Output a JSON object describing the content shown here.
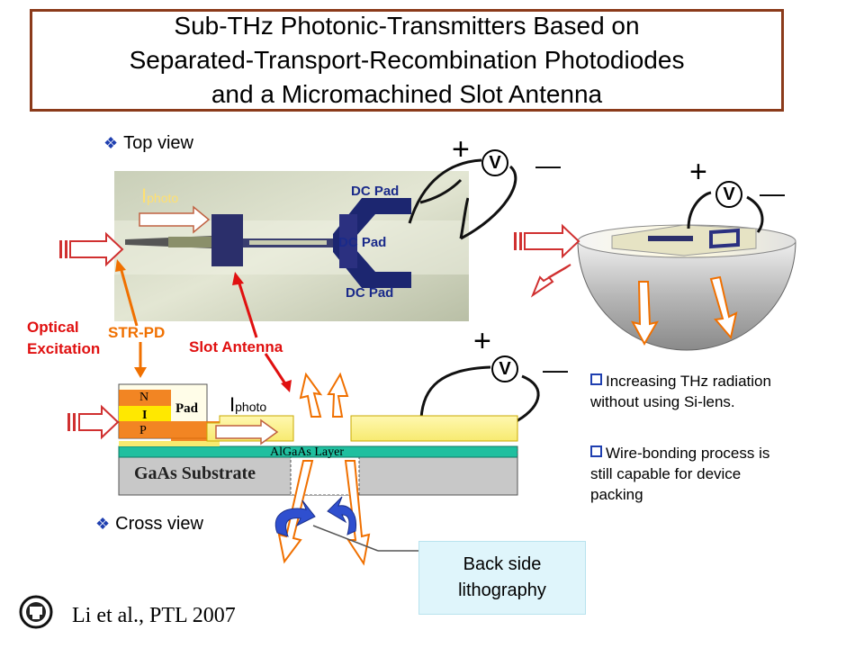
{
  "title": {
    "line1": "Sub-THz Photonic-Transmitters Based on",
    "line2": "Separated-Transport-Recombination Photodiodes",
    "line3": "and a Micromachined Slot Antenna"
  },
  "top_view": {
    "label": "Top view",
    "iphoto_main": "I",
    "iphoto_sub": "photo",
    "dc_pad_1": "DC Pad",
    "dc_pad_2": "DC Pad",
    "dc_pad_3": "DC Pad"
  },
  "labels": {
    "optical_excitation_1": "Optical",
    "optical_excitation_2": "Excitation",
    "str_pd": "STR-PD",
    "slot_antenna": "Slot Antenna"
  },
  "voltmeter": {
    "plus": "+",
    "minus": "—",
    "v": "V"
  },
  "cross_view": {
    "label": "Cross view",
    "n": "N",
    "i": "I",
    "p": "P",
    "pad": "Pad",
    "iphoto_main": "I",
    "iphoto_sub": "photo",
    "algaas": "AlGaAs Layer",
    "gaas": "GaAs Substrate"
  },
  "notes": {
    "note1_line1": "Increasing THz radiation",
    "note1_line2": "without using Si-lens.",
    "note2_line1": "Wire-bonding process is",
    "note2_line2": "still capable for device",
    "note2_line3": "packing"
  },
  "backside": {
    "line1": "Back side",
    "line2": "lithography"
  },
  "citation": "Li et al., PTL 2007",
  "colors": {
    "title_border": "#8b3a1a",
    "label_red": "#e01010",
    "label_orange": "#f07000",
    "dc_pad_blue": "#1a2a8a",
    "metal_yellow": "#fff59a",
    "algaas_teal": "#1fbf9f",
    "substrate_gray": "#c8c8c8",
    "lithography_box": "#dff5fb"
  },
  "icons": {
    "bullet": "diamond-bullet-icon",
    "square": "square-bullet-icon",
    "logo": "university-seal-icon"
  }
}
